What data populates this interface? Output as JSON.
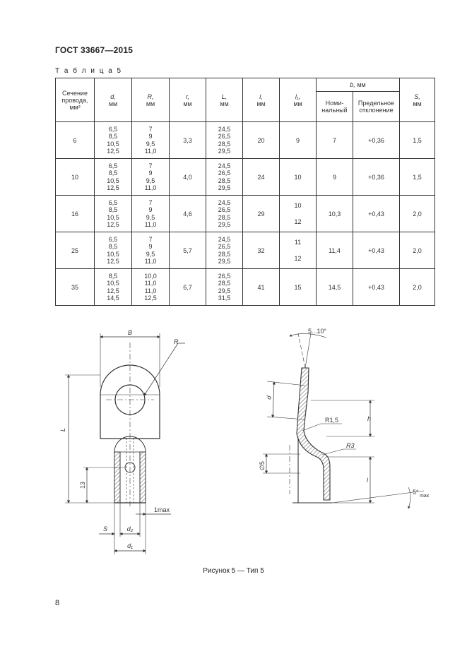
{
  "header": {
    "standard": "ГОСТ 33667—2015"
  },
  "table": {
    "caption": "Т а б л и ц а  5",
    "headers": {
      "section": [
        "Сечение",
        "провода,",
        "мм²"
      ],
      "d": {
        "sym": "d,",
        "unit": "мм"
      },
      "R": {
        "sym": "R,",
        "unit": "мм"
      },
      "r": {
        "sym": "r,",
        "unit": "мм"
      },
      "L": {
        "sym": "L,",
        "unit": "мм"
      },
      "l": {
        "sym": "l,",
        "unit": "мм"
      },
      "l1": {
        "sym": "l₁,",
        "unit": "мм"
      },
      "b": {
        "sym": "b,",
        "unit": "мм"
      },
      "b_nom": [
        "Номи-",
        "нальный"
      ],
      "b_dev": [
        "Предельное",
        "отклонение"
      ],
      "S": {
        "sym": "S,",
        "unit": "мм"
      }
    },
    "rows": [
      {
        "section": "6",
        "d": [
          "6,5",
          "8,5",
          "10,5",
          "12,5"
        ],
        "R": [
          "7",
          "9",
          "9,5",
          "11,0"
        ],
        "r": "3,3",
        "L": [
          "24,5",
          "26,5",
          "28,5",
          "29,5"
        ],
        "l": "20",
        "l1": [
          "9"
        ],
        "b_nom": "7",
        "b_dev": "+0,36",
        "S": "1,5"
      },
      {
        "section": "10",
        "d": [
          "6,5",
          "8,5",
          "10,5",
          "12,5"
        ],
        "R": [
          "7",
          "9",
          "9,5",
          "11,0"
        ],
        "r": "4,0",
        "L": [
          "24,5",
          "26,5",
          "28,5",
          "29,5"
        ],
        "l": "24",
        "l1": [
          "10"
        ],
        "b_nom": "9",
        "b_dev": "+0,36",
        "S": "1,5"
      },
      {
        "section": "16",
        "d": [
          "6,5",
          "8,5",
          "10,5",
          "12,5"
        ],
        "R": [
          "7",
          "9",
          "9,5",
          "11,0"
        ],
        "r": "4,6",
        "L": [
          "24,5",
          "26,5",
          "28,5",
          "29,5"
        ],
        "l": "29",
        "l1": [
          "10",
          "12"
        ],
        "b_nom": "10,3",
        "b_dev": "+0,43",
        "S": "2,0"
      },
      {
        "section": "25",
        "d": [
          "6,5",
          "8,5",
          "10,5",
          "12,5"
        ],
        "R": [
          "7",
          "9",
          "9,5",
          "11,0"
        ],
        "r": "5,7",
        "L": [
          "24,5",
          "26,5",
          "28,5",
          "29,5"
        ],
        "l": "32",
        "l1": [
          "11",
          "12"
        ],
        "b_nom": "11,4",
        "b_dev": "+0,43",
        "S": "2,0"
      },
      {
        "section": "35",
        "d": [
          "8,5",
          "10,5",
          "12,5",
          "14,5"
        ],
        "R": [
          "10,0",
          "11,0",
          "11,0",
          "12,5"
        ],
        "r": "6,7",
        "L": [
          "26,5",
          "28,5",
          "29,5",
          "31,5"
        ],
        "l": "41",
        "l1": [
          "15"
        ],
        "b_nom": "14,5",
        "b_dev": "+0,43",
        "S": "2,0"
      }
    ]
  },
  "figure": {
    "labels": {
      "B": "B",
      "R": "R",
      "L": "L",
      "dim13": "13",
      "max1": "1max",
      "S": "S",
      "d2": "d₂",
      "d1": "d₁",
      "angle": "5...10°",
      "d": "d",
      "R15": "R1,5",
      "h": "h",
      "R3": "R3",
      "dia5": "∅5",
      "l": "l",
      "angle5": "5°",
      "max": "max"
    },
    "caption": "Рисунок 5 — Тип 5"
  },
  "footer": {
    "page": "8"
  }
}
